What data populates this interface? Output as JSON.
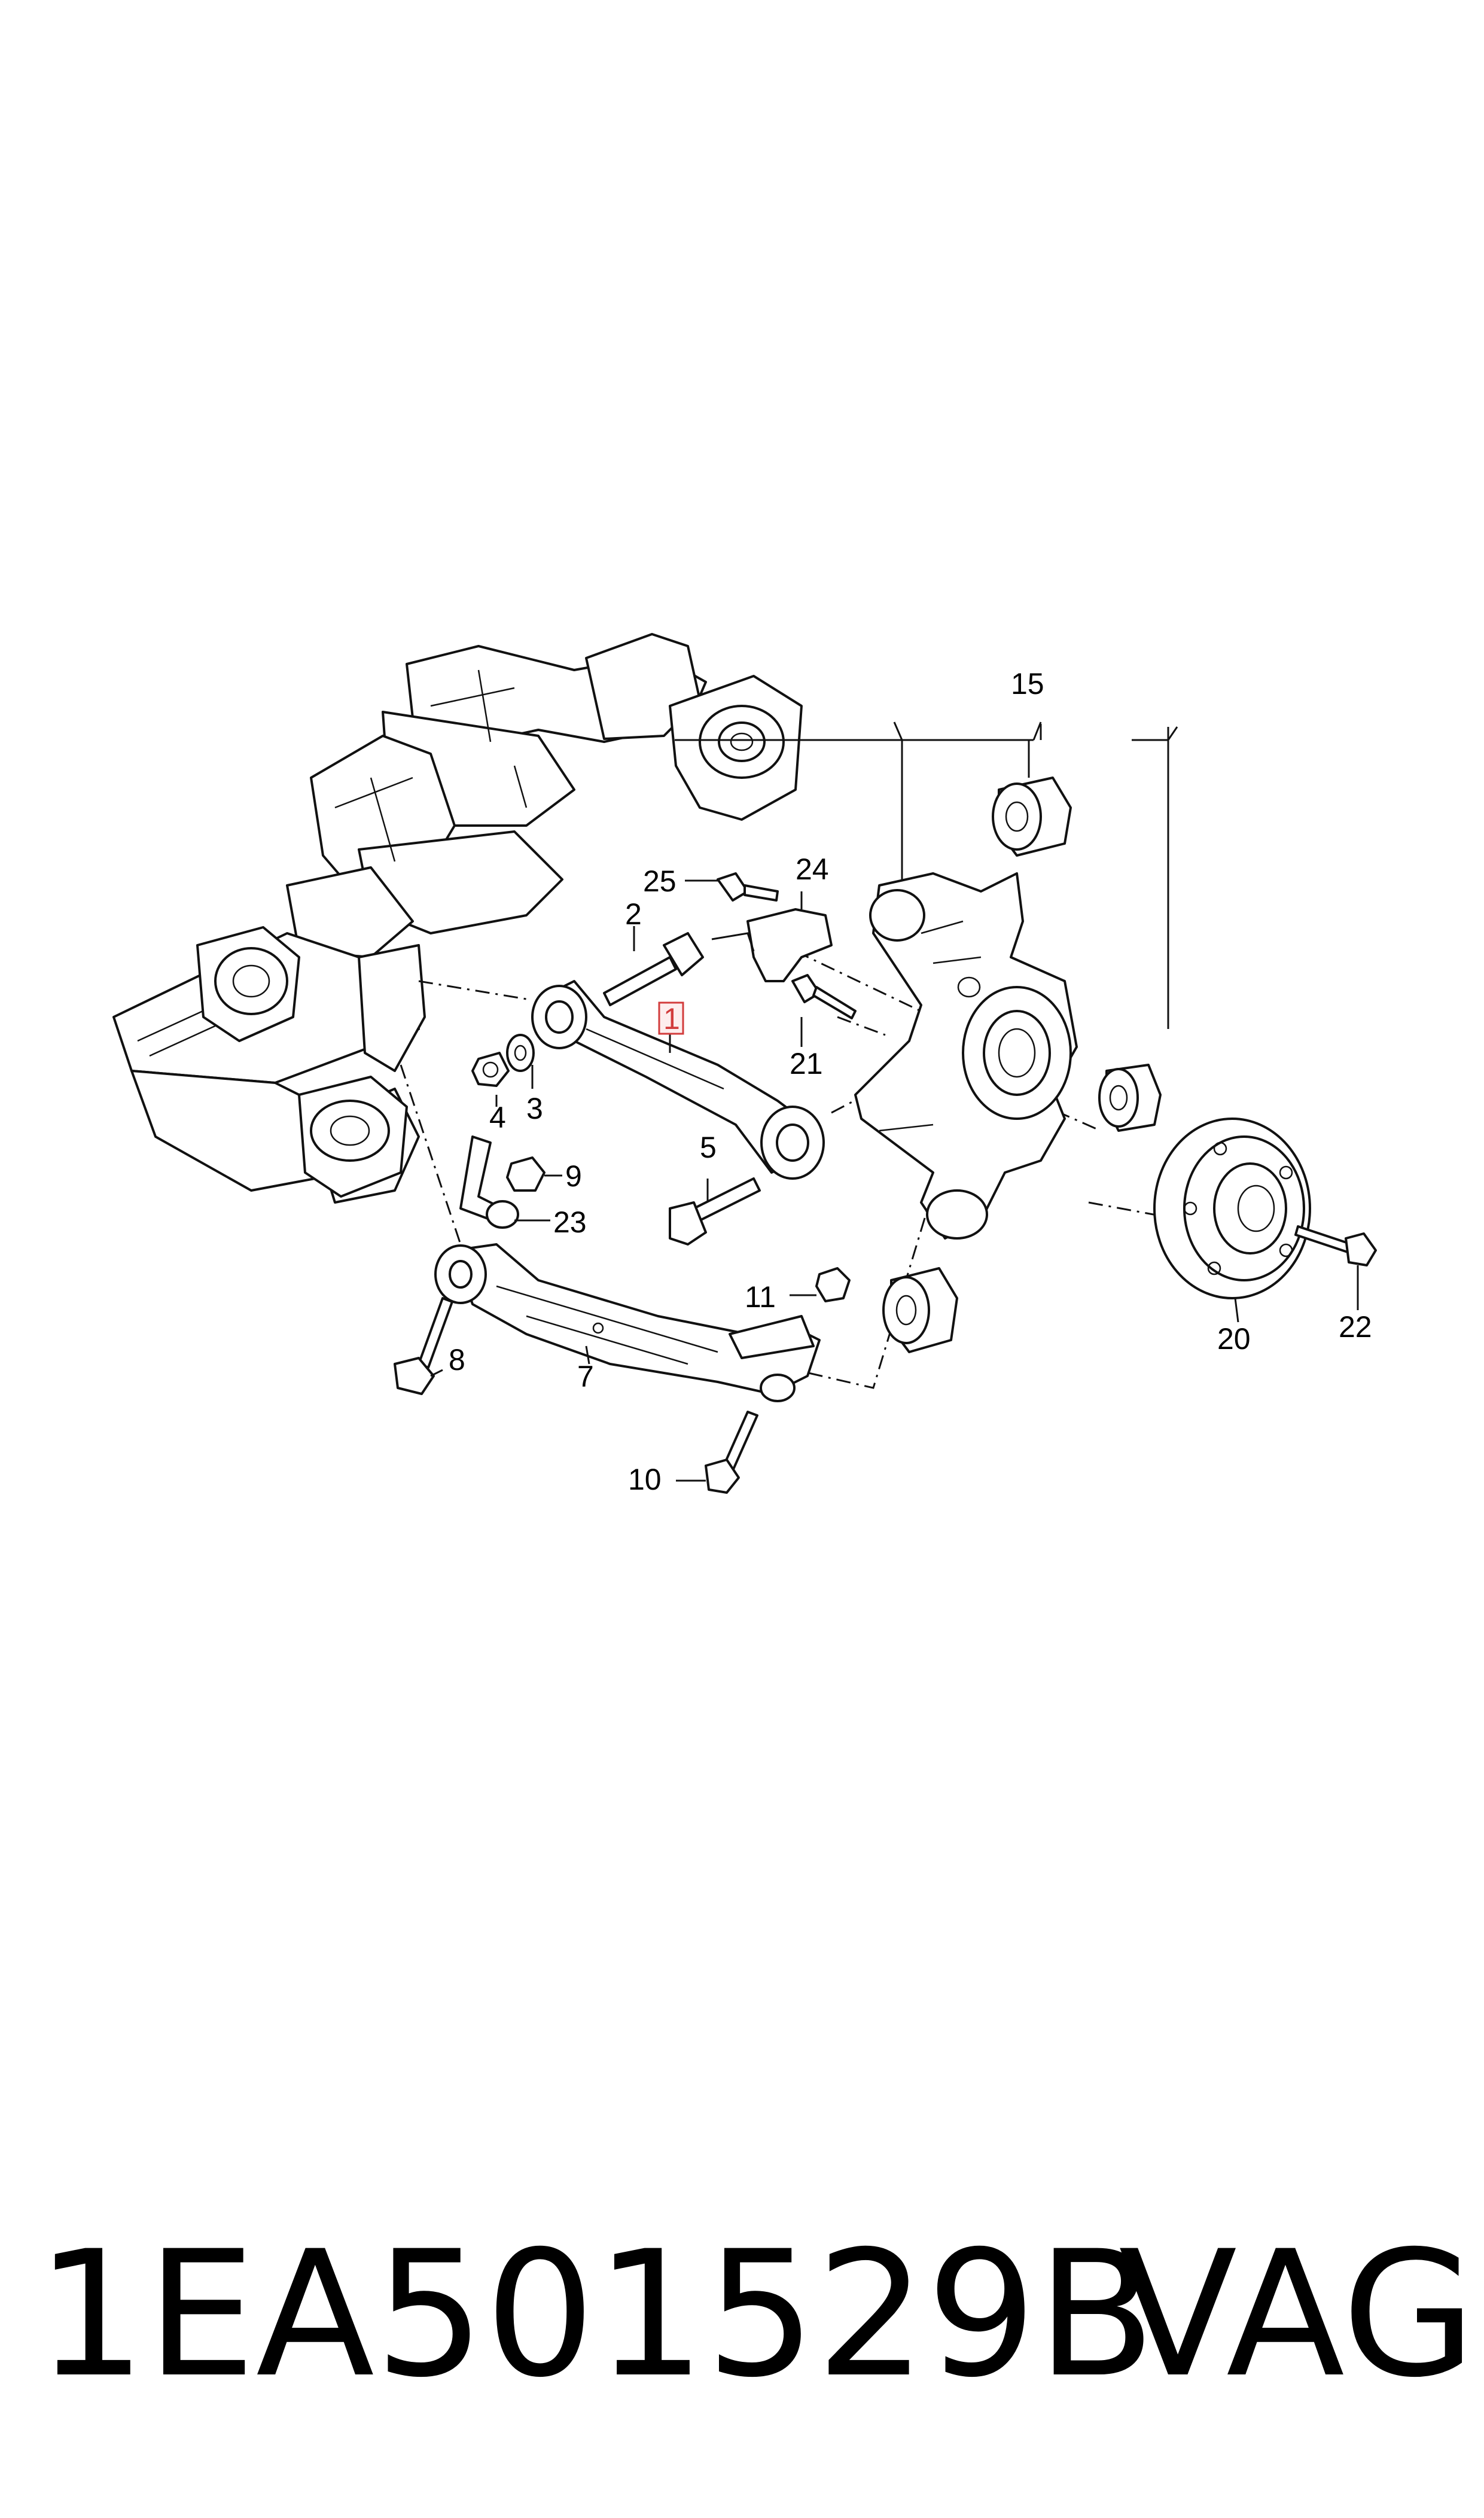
{
  "diagram": {
    "callouts": [
      {
        "id": "c1",
        "label": "1",
        "highlighted": true
      },
      {
        "id": "c2",
        "label": "2"
      },
      {
        "id": "c3",
        "label": "3"
      },
      {
        "id": "c4",
        "label": "4"
      },
      {
        "id": "c5",
        "label": "5"
      },
      {
        "id": "c7",
        "label": "7"
      },
      {
        "id": "c8",
        "label": "8"
      },
      {
        "id": "c9",
        "label": "9"
      },
      {
        "id": "c10",
        "label": "10"
      },
      {
        "id": "c11",
        "label": "11"
      },
      {
        "id": "c15",
        "label": "15"
      },
      {
        "id": "c20",
        "label": "20"
      },
      {
        "id": "c21",
        "label": "21"
      },
      {
        "id": "c22",
        "label": "22"
      },
      {
        "id": "c23",
        "label": "23"
      },
      {
        "id": "c24",
        "label": "24"
      },
      {
        "id": "c25",
        "label": "25"
      }
    ],
    "highlight_color": "#d23c3c"
  },
  "footer": {
    "part_number": "1EA501529B",
    "brand": "VAG"
  }
}
